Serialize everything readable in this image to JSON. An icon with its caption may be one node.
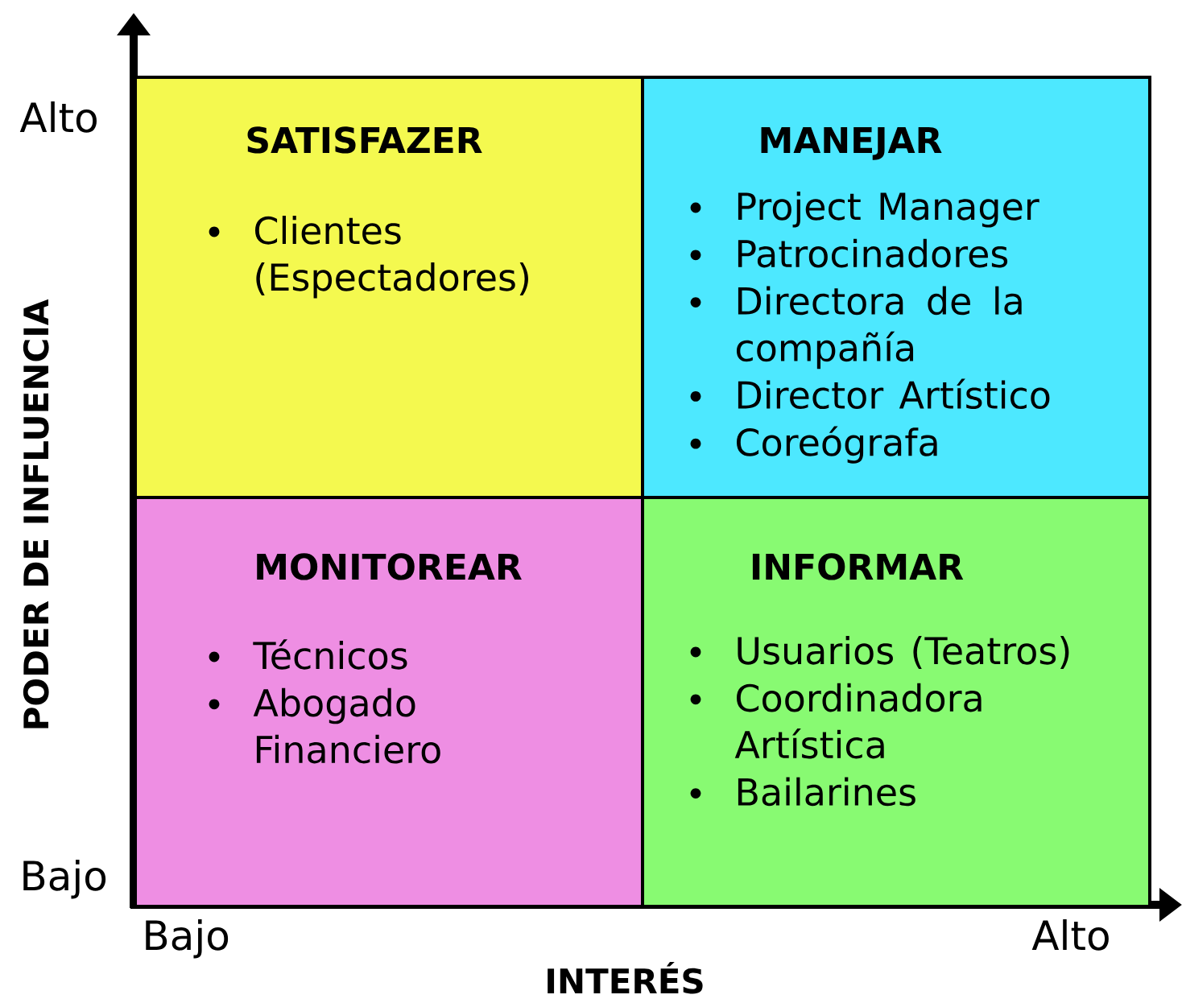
{
  "diagram": {
    "nodes": [
      {
        "text": [
          "SATISFAZER",
          "Clientes (Espectadores)"
        ]
      },
      {
        "text": [
          "MANEJAR",
          "Project Manager",
          "Patrocinadores",
          "Directora de la compañía",
          "Director Artístico",
          "Coreógrafa"
        ]
      },
      {
        "text": [
          "MONITOREAR",
          "Técnicos",
          "Abogado Financiero"
        ]
      },
      {
        "text": [
          "INFORMAR",
          "Usuarios (Teatros)",
          "Coordinadora Artística",
          "Bailarines"
        ]
      }
    ],
    "labels": [
      "Alto",
      "PODER DE INFLUENCIA",
      "Bajo",
      "Bajo",
      "Alto",
      "INTERÉS"
    ]
  }
}
